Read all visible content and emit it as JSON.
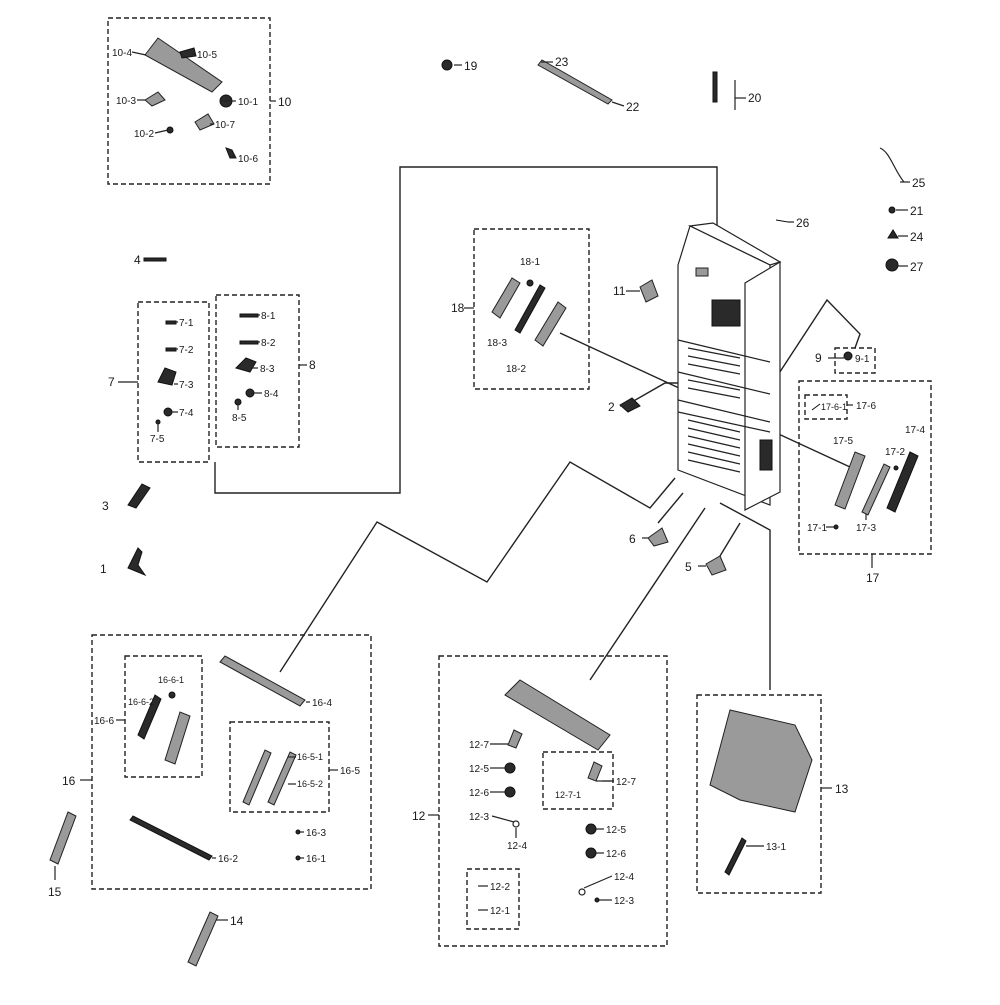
{
  "labels": {
    "l1": "1",
    "l2": "2",
    "l3": "3",
    "l4": "4",
    "l5": "5",
    "l6": "6",
    "l7": "7",
    "l7_1": "7-1",
    "l7_2": "7-2",
    "l7_3": "7-3",
    "l7_4": "7-4",
    "l7_5": "7-5",
    "l8": "8",
    "l8_1": "8-1",
    "l8_2": "8-2",
    "l8_3": "8-3",
    "l8_4": "8-4",
    "l8_5": "8-5",
    "l9": "9",
    "l9_1": "9-1",
    "l10": "10",
    "l10_1": "10-1",
    "l10_2": "10-2",
    "l10_3": "10-3",
    "l10_4": "10-4",
    "l10_5": "10-5",
    "l10_6": "10-6",
    "l10_7": "10-7",
    "l11": "11",
    "l12": "12",
    "l12_1": "12-1",
    "l12_2": "12-2",
    "l12_3a": "12-3",
    "l12_3b": "12-3",
    "l12_4a": "12-4",
    "l12_4b": "12-4",
    "l12_5a": "12-5",
    "l12_5b": "12-5",
    "l12_6a": "12-6",
    "l12_6b": "12-6",
    "l12_7a": "12-7",
    "l12_7b": "12-7",
    "l12_7_1": "12-7-1",
    "l13": "13",
    "l13_1": "13-1",
    "l14": "14",
    "l15": "15",
    "l16": "16",
    "l16_1": "16-1",
    "l16_2": "16-2",
    "l16_3": "16-3",
    "l16_4": "16-4",
    "l16_5": "16-5",
    "l16_5_1": "16-5-1",
    "l16_5_2": "16-5-2",
    "l16_6": "16-6",
    "l16_6_1": "16-6-1",
    "l16_6_2": "16-6-2",
    "l17": "17",
    "l17_1": "17-1",
    "l17_2": "17-2",
    "l17_3": "17-3",
    "l17_4": "17-4",
    "l17_5": "17-5",
    "l17_6": "17-6",
    "l17_6_1": "17-6-1",
    "l18": "18",
    "l18_1": "18-1",
    "l18_2": "18-2",
    "l18_3": "18-3",
    "l19": "19",
    "l20": "20",
    "l21": "21",
    "l22": "22",
    "l23": "23",
    "l24": "24",
    "l25": "25",
    "l26": "26",
    "l27": "27"
  },
  "colors": {
    "ink": "#1a1a1a",
    "paper": "#ffffff"
  }
}
